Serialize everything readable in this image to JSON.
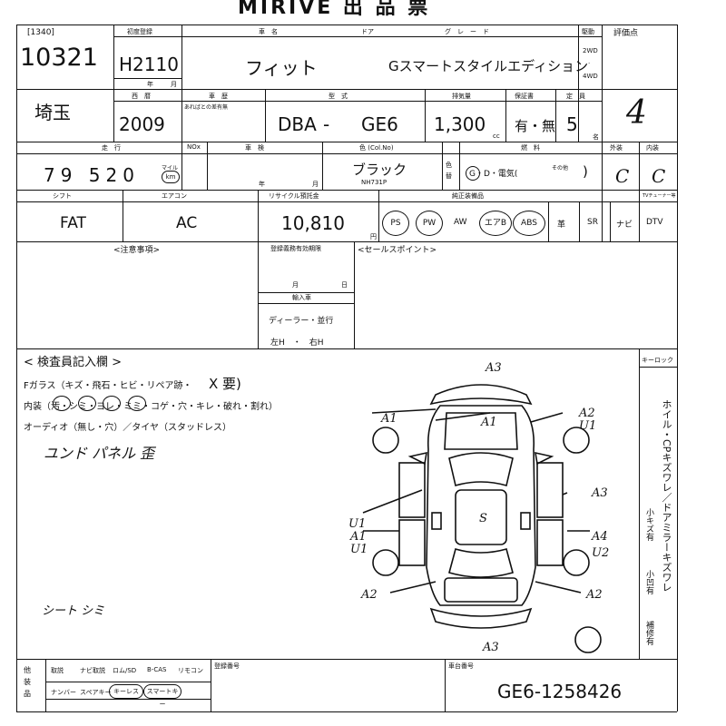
{
  "title": "MIRIVE 出 品 票",
  "header": {
    "lot_code": "[1340]",
    "lot_no": "10321",
    "first_reg_label": "初度登録",
    "first_reg_value": "H2110",
    "year_label": "年",
    "month_label": "月",
    "car_name_label": "車　名",
    "car_name": "フィット",
    "door_label": "ドア",
    "grade_label": "グ　レ　ー　ド",
    "grade": "Gスマートスタイルエディション",
    "drive_label": "駆動",
    "drive_2wd": "2WD",
    "drive_4wd": "4WD",
    "score_label": "評価点",
    "score": "4"
  },
  "row2": {
    "region": "埼玉",
    "year_label": "西　暦",
    "year": "2009",
    "history_label": "車　歴",
    "history_sub": "あればとの差有無",
    "model_label": "型　式",
    "model_prefix": "DBA",
    "model_dash": "-",
    "model_code": "GE6",
    "displacement_label": "排気量",
    "displacement": "1,300",
    "cc": "cc",
    "warranty_label": "保証書",
    "warranty": "有・無",
    "capacity_label": "定　員",
    "capacity": "5",
    "capacity_unit": "名"
  },
  "row3": {
    "mileage_label": "走　行",
    "mileage": "79 520",
    "mileage_unit_mile": "マイル",
    "mileage_unit_km": "km",
    "nox_label": "NOx",
    "inspection_label": "車　検",
    "year_label": "年",
    "month_label": "月",
    "color_label": "色 (Col.No)",
    "color": "ブラック",
    "color_code": "NH731P",
    "color_change_label": "色替",
    "fuel_label": "燃　料",
    "fuel": "G・D・電気(",
    "fuel_other": "その他",
    "fuel_close": ")",
    "exterior_label": "外装",
    "exterior": "C",
    "interior_label": "内装",
    "interior": "C"
  },
  "row4": {
    "shift_label": "シフト",
    "shift": "FAT",
    "ac_label": "エアコン",
    "ac": "AC",
    "recycle_label": "リサイクル預託金",
    "recycle": "10,810",
    "yen": "円",
    "equipment_label": "純正装備品",
    "equipment": [
      "PS",
      "PW",
      "AW",
      "エアB",
      "ABS",
      "革",
      "SR",
      "ナビ",
      "DTV"
    ],
    "tuner_label": "TVチューナー等"
  },
  "notes": {
    "caution_label": "<注意事項>",
    "expiry_label": "登録義務有効期限",
    "month_label": "月",
    "day_label": "日",
    "import_label": "輸入車",
    "dealer": "ディーラー・並行",
    "steering": "左H　・　右H",
    "sales_label": "<セールスポイント>"
  },
  "inspector": {
    "title": "< 検査員記入欄 >",
    "glass": "Fガラス（キズ・飛石・ヒビ・リペア跡・",
    "glass_mark": "X 要)",
    "interior": "内装（汚・シミ・ヨレ・ミミ・コゲ・穴・キレ・破れ・割れ）",
    "audio": "オーディオ（無し・穴）／タイヤ（スタッドレス）",
    "handwritten_1": "ユンド パネル 歪",
    "handwritten_2": "シート シミ"
  },
  "diagram": {
    "marks": [
      "A3",
      "A1",
      "A2",
      "U1",
      "S",
      "A1",
      "U1",
      "A1",
      "U1",
      "A3",
      "A4",
      "U2",
      "A2",
      "A2",
      "A3"
    ]
  },
  "right_column": {
    "key_label": "キーロック",
    "text": "ホイル・CPキズワレ／ドアミラーキズワレ",
    "small_1": "小キズ有",
    "small_2": "小凹有",
    "repair": "補修有"
  },
  "bottom": {
    "others_label": "他装品",
    "manual": "取説",
    "navi_manual": "ナビ取説",
    "dvd": "ロム/SD",
    "bcas": "B-CAS",
    "remote": "リモコン",
    "number": "ナンバー",
    "spare_key": "スペアキー",
    "keyless": "キーレス",
    "smart_key": "スマートキー",
    "reg_no_label": "登録番号",
    "chassis_label": "車台番号",
    "chassis": "GE6-1258426"
  }
}
